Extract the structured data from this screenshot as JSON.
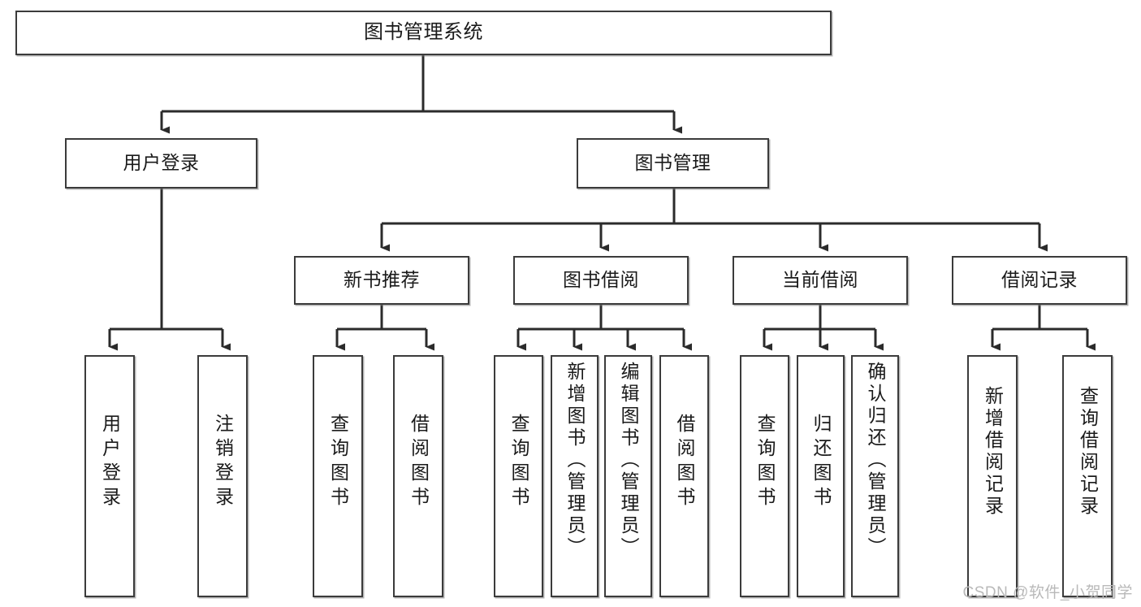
{
  "diagram": {
    "title": "图书管理系统",
    "type": "tree-hierarchy-chart",
    "colors": {
      "box_border": "#3b3b3b",
      "box_fill": "#ffffff",
      "connector": "#2b2b2b",
      "watermark": "#b9b9b9",
      "background": "#ffffff"
    },
    "root": {
      "label": "图书管理系统"
    },
    "level2": [
      {
        "id": "user-login",
        "label": "用户登录"
      },
      {
        "id": "book-manage",
        "label": "图书管理"
      }
    ],
    "level3": [
      {
        "id": "new-book-recommend",
        "label": "新书推荐"
      },
      {
        "id": "book-borrow",
        "label": "图书借阅"
      },
      {
        "id": "current-borrow",
        "label": "当前借阅"
      },
      {
        "id": "borrow-record",
        "label": "借阅记录"
      }
    ],
    "leaves": {
      "user-login": [
        {
          "id": "leaf-user-login",
          "label": "用户登录"
        },
        {
          "id": "leaf-user-logout",
          "label": "注销登录"
        }
      ],
      "new-book-recommend": [
        {
          "id": "leaf-query-book-1",
          "label": "查询图书"
        },
        {
          "id": "leaf-borrow-book-1",
          "label": "借阅图书"
        }
      ],
      "book-borrow": [
        {
          "id": "leaf-query-book-2",
          "label": "查询图书"
        },
        {
          "id": "leaf-add-book-admin",
          "label": "新增图书（管理员）"
        },
        {
          "id": "leaf-edit-book-admin",
          "label": "编辑图书（管理员）"
        },
        {
          "id": "leaf-borrow-book-2",
          "label": "借阅图书"
        }
      ],
      "current-borrow": [
        {
          "id": "leaf-query-book-3",
          "label": "查询图书"
        },
        {
          "id": "leaf-return-book",
          "label": "归还图书"
        },
        {
          "id": "leaf-confirm-return-admin",
          "label": "确认归还（管理员）"
        }
      ],
      "borrow-record": [
        {
          "id": "leaf-add-borrow-record",
          "label": "新增借阅记录"
        },
        {
          "id": "leaf-query-borrow-record",
          "label": "查询借阅记录"
        }
      ]
    }
  },
  "watermark": {
    "text": "CSDN @软件_小贺同学"
  }
}
